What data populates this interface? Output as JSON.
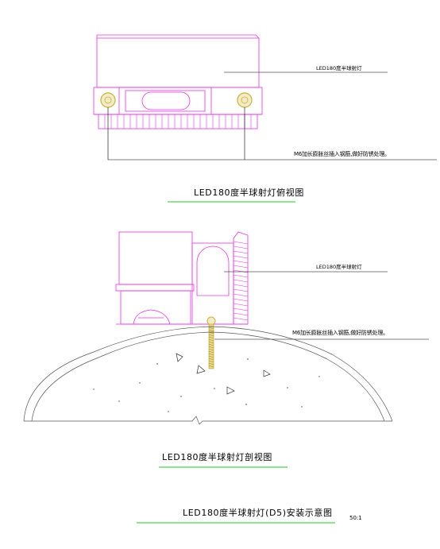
{
  "colors": {
    "fixture": "#e533e5",
    "linework": "#000000",
    "underline": "#1fc91f",
    "bolt": "#c8b040"
  },
  "top_view": {
    "label": "LED180度半球射灯",
    "note": "M6加长膨胀丝插入钢筋,做好防锈处理。",
    "title": "LED180度半球射灯俯视图"
  },
  "section_view": {
    "label": "LED180度半球射灯",
    "note": "M6加长膨胀丝插入钢筋,做好防锈处理。",
    "title": "LED180度半球射灯剖视图"
  },
  "sheet": {
    "title": "LED180度半球射灯(D5)安装示意图",
    "scale": "50:1"
  }
}
